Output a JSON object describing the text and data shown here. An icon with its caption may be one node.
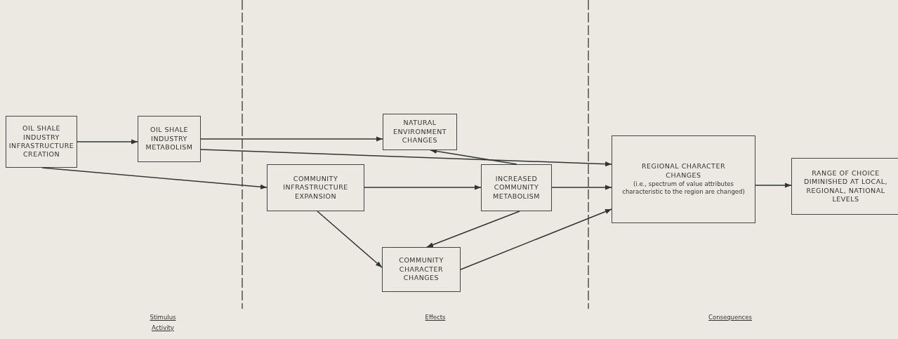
{
  "diagram": {
    "nodes": [
      {
        "text": [
          "OIL SHALE INDUSTRY INFRASTRUCTURE CREATION"
        ]
      },
      {
        "text": [
          "OIL SHALE INDUSTRY METABOLISM"
        ]
      },
      {
        "text": [
          "NATURAL ENVIRONMENT CHANGES"
        ]
      },
      {
        "text": [
          "COMMUNITY INFRASTRUCTURE EXPANSION"
        ]
      },
      {
        "text": [
          "INCREASED COMMUNITY METABOLISM"
        ]
      },
      {
        "text": [
          "REGIONAL CHARACTER CHANGES",
          "(i.e., spectrum of value attributes characteristic to the region are changed)"
        ]
      },
      {
        "text": [
          "RANGE OF CHOICE DIMINISHED AT LOCAL, REGIONAL, NATIONAL LEVELS"
        ]
      },
      {
        "text": [
          "COMMUNITY CHARACTER CHANGES"
        ]
      }
    ],
    "edges": [
      {
        "from": 0,
        "to": 1,
        "arrow": "to"
      },
      {
        "from": 1,
        "to": 2,
        "arrow": "to"
      },
      {
        "from": 1,
        "to": 5,
        "arrow": "to"
      },
      {
        "from": 0,
        "to": 3,
        "arrow": "to"
      },
      {
        "from": 3,
        "to": 4,
        "arrow": "to"
      },
      {
        "from": 3,
        "to": 7,
        "arrow": "to"
      },
      {
        "from": 4,
        "to": 2,
        "arrow": "to"
      },
      {
        "from": 4,
        "to": 5,
        "arrow": "to"
      },
      {
        "from": 4,
        "to": 7,
        "arrow": "to"
      },
      {
        "from": 7,
        "to": 5,
        "arrow": "to"
      },
      {
        "from": 5,
        "to": 6,
        "arrow": "to"
      }
    ],
    "labels": [
      "Stimulus",
      "Activity",
      "Effects",
      "Consequences"
    ]
  }
}
